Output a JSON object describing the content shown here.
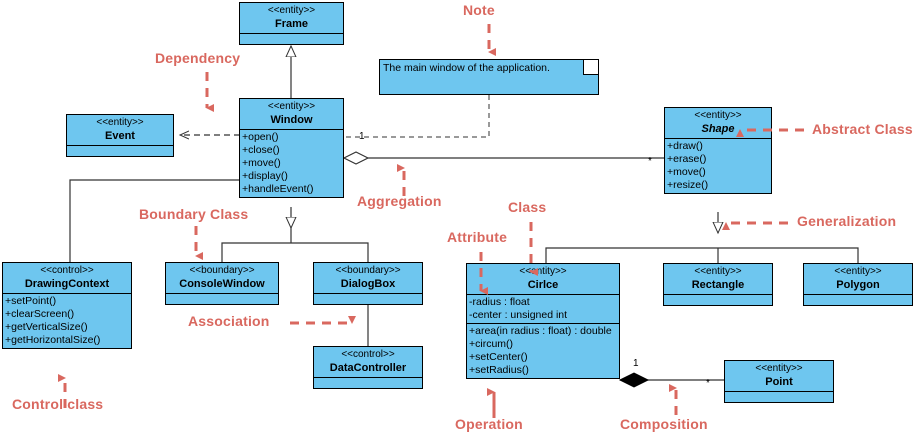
{
  "diagram": {
    "title": "UML Class Diagram",
    "class_fill": "#6ec6ef",
    "annotation_color": "#d9685f",
    "line_color": "#333333"
  },
  "classes": {
    "frame": {
      "stereotype": "<<entity>>",
      "name": "Frame",
      "attributes": [],
      "operations": []
    },
    "window": {
      "stereotype": "<<entity>>",
      "name": "Window",
      "attributes": [],
      "operations": [
        "+open()",
        "+close()",
        "+move()",
        "+display()",
        "+handleEvent()"
      ]
    },
    "event": {
      "stereotype": "<<entity>>",
      "name": "Event",
      "attributes": [],
      "operations": []
    },
    "shape": {
      "stereotype": "<<entity>>",
      "name": "Shape",
      "abstract": true,
      "attributes": [],
      "operations": [
        "+draw()",
        "+erase()",
        "+move()",
        "+resize()"
      ]
    },
    "drawing": {
      "stereotype": "<<control>>",
      "name": "DrawingContext",
      "attributes": [],
      "operations": [
        "+setPoint()",
        "+clearScreen()",
        "+getVerticalSize()",
        "+getHorizontalSize()"
      ]
    },
    "console": {
      "stereotype": "<<boundary>>",
      "name": "ConsoleWindow",
      "attributes": [],
      "operations": []
    },
    "dialog": {
      "stereotype": "<<boundary>>",
      "name": "DialogBox",
      "attributes": [],
      "operations": []
    },
    "datactrl": {
      "stereotype": "<<control>>",
      "name": "DataController",
      "attributes": [],
      "operations": []
    },
    "circle": {
      "stereotype": "<<entity>>",
      "name": "Cirlce",
      "attributes": [
        "-radius : float",
        "-center : unsigned int"
      ],
      "operations": [
        "+area(in radius : float) : double",
        "+circum()",
        "+setCenter()",
        "+setRadius()"
      ]
    },
    "rectangle": {
      "stereotype": "<<entity>>",
      "name": "Rectangle",
      "attributes": [],
      "operations": []
    },
    "polygon": {
      "stereotype": "<<entity>>",
      "name": "Polygon",
      "attributes": [],
      "operations": []
    },
    "point": {
      "stereotype": "<<entity>>",
      "name": "Point",
      "attributes": [],
      "operations": []
    }
  },
  "note": {
    "text": "The main window of the application."
  },
  "annotations": {
    "note": "Note",
    "dependency": "Dependency",
    "abstract_class": "Abstract Class",
    "aggregation": "Aggregation",
    "boundary_class": "Boundary Class",
    "generalization": "Generalization",
    "class": "Class",
    "attribute": "Attribute",
    "association": "Association",
    "control_class": "Control class",
    "operation": "Operation",
    "composition": "Composition"
  },
  "multiplicities": {
    "window_side": "1",
    "shape_side": "*",
    "circle_side": "1",
    "point_side": "*"
  }
}
